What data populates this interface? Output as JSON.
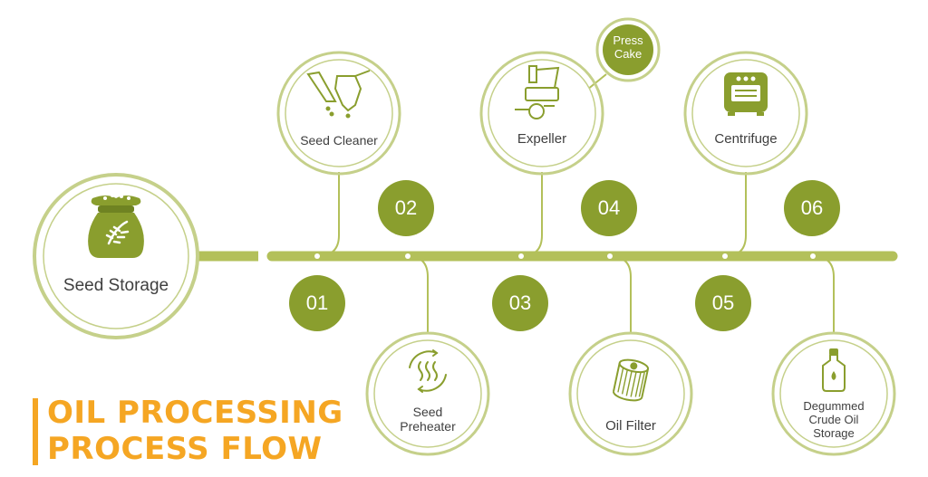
{
  "title": {
    "line1": "OIL PROCESSING",
    "line2": "PROCESS FLOW"
  },
  "colors": {
    "accent": "#8a9e2e",
    "ring": "#c5d08a",
    "line": "#b3c05a",
    "title": "#f5a623",
    "text": "#3f3f3f"
  },
  "start": {
    "label": "Seed Storage",
    "icon": "seed-sack-icon"
  },
  "steps": [
    {
      "number": "01",
      "label": "Seed\nPreheater",
      "icon": "heat-waves-icon"
    },
    {
      "number": "02",
      "label": "Seed Cleaner",
      "icon": "seed-cleaner-machine-icon"
    },
    {
      "number": "03",
      "label": "Oil Filter",
      "icon": "oil-filter-icon"
    },
    {
      "number": "04",
      "label": "Expeller",
      "icon": "expeller-machine-icon"
    },
    {
      "number": "05",
      "label": "Degummed\nCrude Oil\nStorage",
      "icon": "oil-bottle-icon"
    },
    {
      "number": "06",
      "label": "Centrifuge",
      "icon": "centrifuge-machine-icon"
    }
  ],
  "byproduct": {
    "label": "Press\nCake",
    "icon": ""
  }
}
